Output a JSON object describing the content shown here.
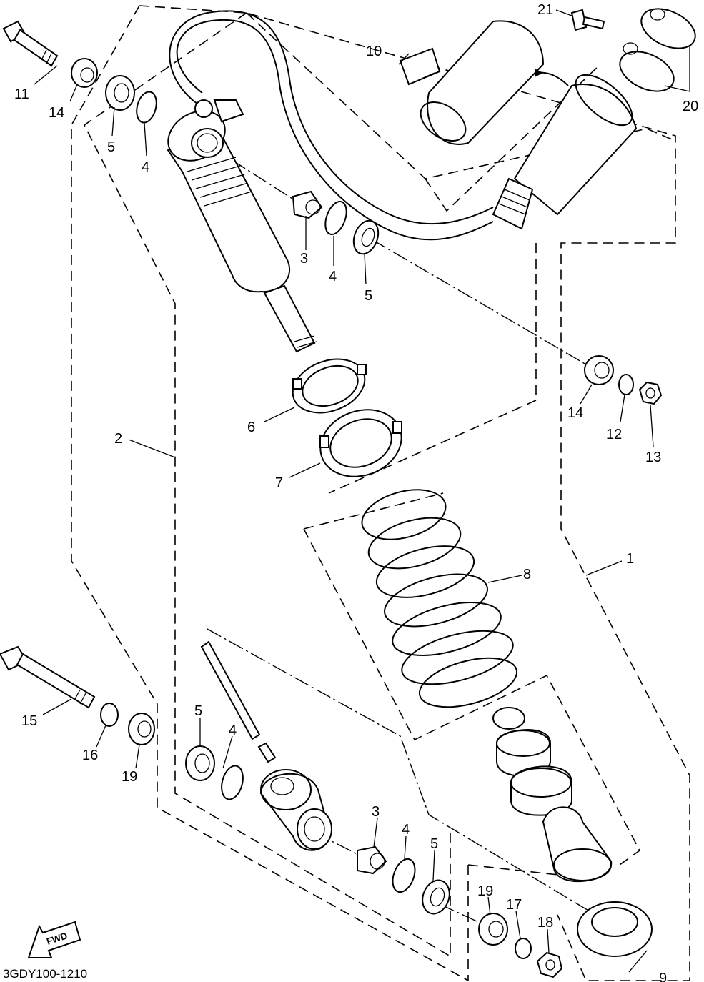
{
  "diagram_code": "3GDY100-1210",
  "fwd_label": "FWD",
  "callouts": {
    "c1": "1",
    "c2": "2",
    "c3a": "3",
    "c3b": "3",
    "c4a": "4",
    "c4b": "4",
    "c4c": "4",
    "c4d": "4",
    "c5a": "5",
    "c5b": "5",
    "c5c": "5",
    "c5d": "5",
    "c6": "6",
    "c7": "7",
    "c8": "8",
    "c9": "9",
    "c10": "10",
    "c11": "11",
    "c12": "12",
    "c13": "13",
    "c14a": "14",
    "c14b": "14",
    "c15": "15",
    "c16": "16",
    "c17": "17",
    "c18": "18",
    "c19a": "19",
    "c19b": "19",
    "c20": "20",
    "c21": "21"
  }
}
